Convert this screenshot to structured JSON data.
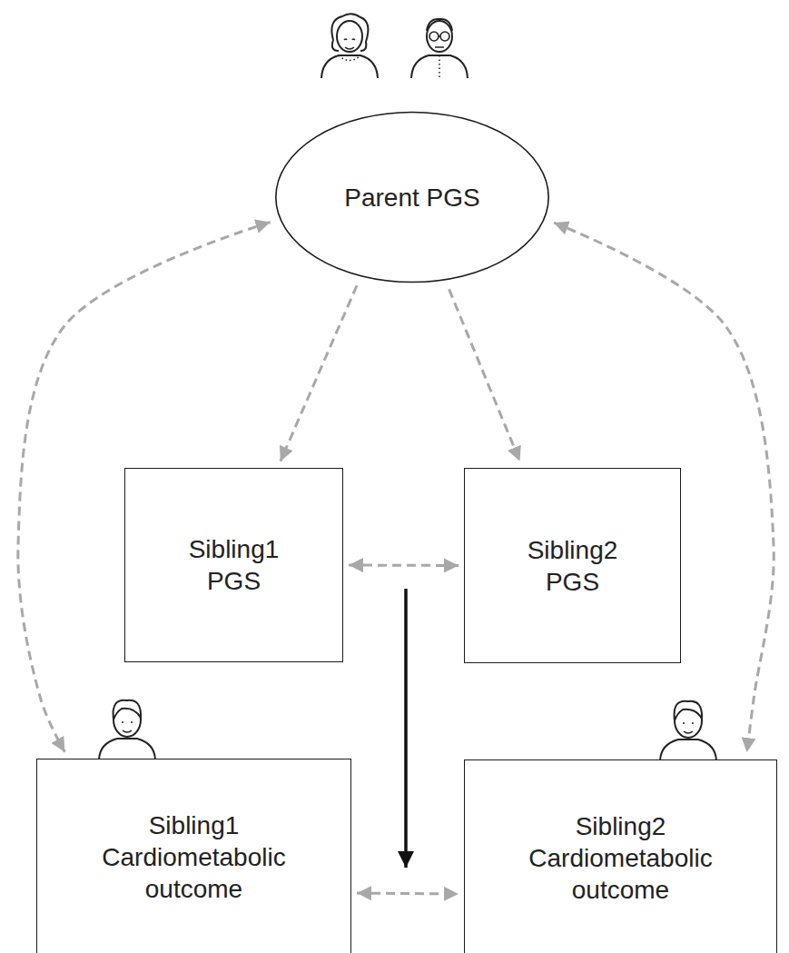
{
  "diagram": {
    "nodes": [
      {
        "text": [
          "Parent PGS"
        ]
      },
      {
        "text": [
          "Sibling1 PGS"
        ]
      },
      {
        "text": [
          "Sibling2 PGS"
        ]
      },
      {
        "text": [
          "Sibling1 Cardiometabolic outcome"
        ]
      },
      {
        "text": [
          "Sibling2 Cardiometabolic outcome"
        ]
      }
    ],
    "edges": [
      {
        "from": 0,
        "to": 1,
        "arrow": "to"
      },
      {
        "from": 0,
        "to": 2,
        "arrow": "to"
      },
      {
        "from": 1,
        "to": 2,
        "arrow": "both"
      },
      {
        "from": 3,
        "to": 4,
        "arrow": "both"
      },
      {
        "from": 0,
        "to": 3,
        "arrow": "both"
      },
      {
        "from": 0,
        "to": 4,
        "arrow": "both"
      }
    ]
  }
}
